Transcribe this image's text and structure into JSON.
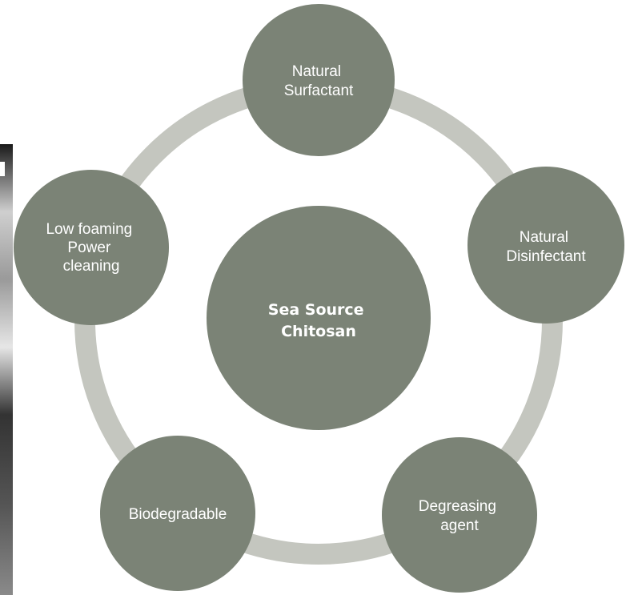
{
  "diagram": {
    "center": {
      "lines": [
        "Sea Source",
        "Chitosan"
      ]
    },
    "nodes": [
      {
        "id": "natural-surfactant",
        "lines": [
          "Natural",
          "Surfactant"
        ]
      },
      {
        "id": "natural-disinfectant",
        "lines": [
          "Natural",
          "Disinfectant"
        ]
      },
      {
        "id": "degreasing-agent",
        "lines": [
          "Degreasing",
          "agent"
        ]
      },
      {
        "id": "biodegradable",
        "lines": [
          "Biodegradable"
        ]
      },
      {
        "id": "low-foaming-power-cleaning",
        "lines": [
          "Low foaming",
          "Power",
          "cleaning"
        ]
      }
    ],
    "colors": {
      "node_fill": "#7b8376",
      "ring": "#c4c6bf",
      "text": "#ffffff",
      "background": "#ffffff"
    }
  }
}
